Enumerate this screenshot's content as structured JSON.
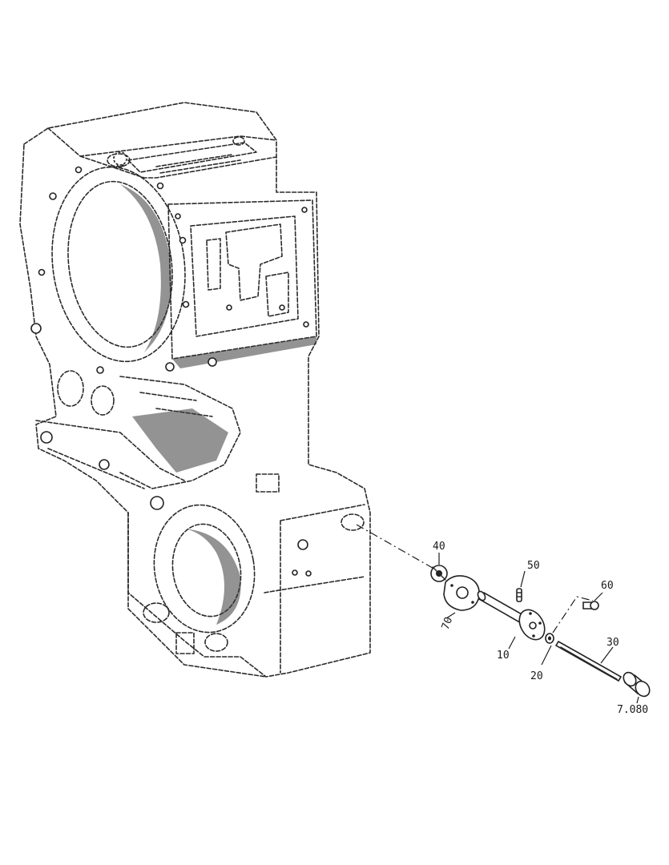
{
  "callouts": {
    "p40": "40",
    "p50": "50",
    "p60": "60",
    "p70": "70",
    "p10": "10",
    "p30": "30",
    "p20": "20",
    "p7080": "7.080"
  },
  "colors": {
    "line": "#2a2a2a",
    "background": "#ffffff"
  }
}
